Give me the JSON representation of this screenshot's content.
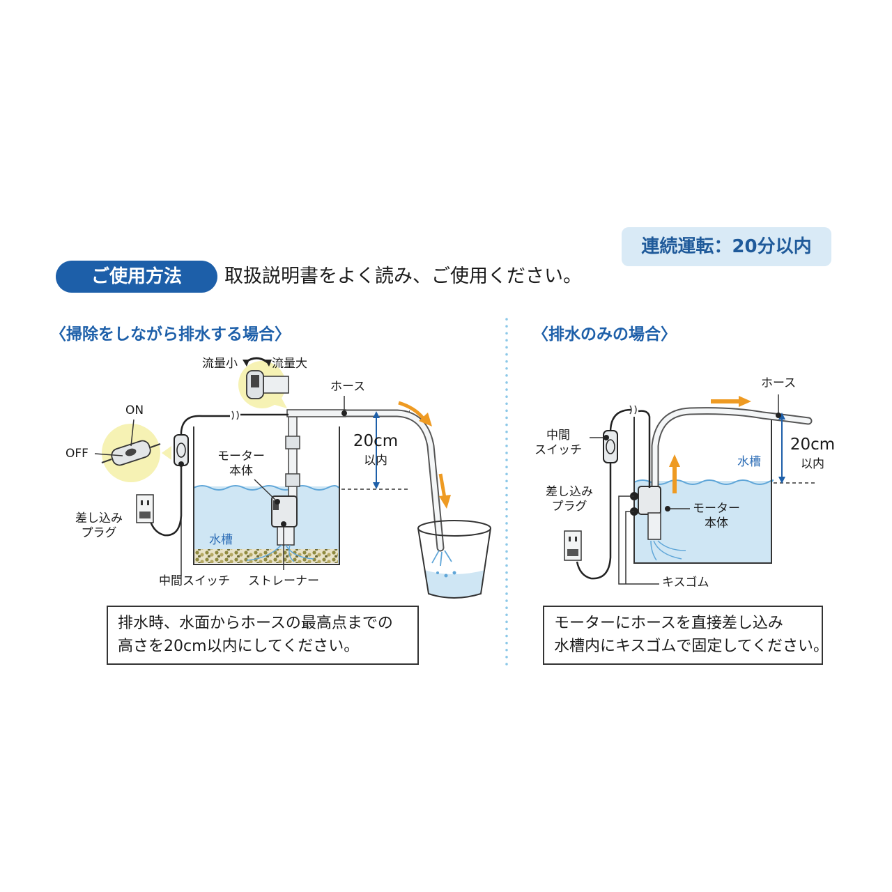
{
  "header": {
    "pill_label": "ご使用方法",
    "intro_text": "取扱説明書をよく読み、ご使用ください。",
    "badge_text": "連続運転：20分以内"
  },
  "left_section": {
    "title": "〈掃除をしながら排水する場合〉",
    "labels": {
      "flow_small": "流量小",
      "flow_large": "流量大",
      "hose": "ホース",
      "on": "ON",
      "off": "OFF",
      "motor_line1": "モーター",
      "motor_line2": "本体",
      "height_value": "20cm",
      "height_within": "以内",
      "plug_line1": "差し込み",
      "plug_line2": "プラグ",
      "tank": "水槽",
      "switch": "中間スイッチ",
      "strainer": "ストレーナー"
    },
    "note_line1": "排水時、水面からホースの最高点までの",
    "note_line2": "高さを20cm以内にしてください。"
  },
  "right_section": {
    "title": "〈排水のみの場合〉",
    "labels": {
      "hose": "ホース",
      "switch_line1": "中間",
      "switch_line2": "スイッチ",
      "tank": "水槽",
      "height_value": "20cm",
      "height_within": "以内",
      "plug_line1": "差し込み",
      "plug_line2": "プラグ",
      "motor_line1": "モーター",
      "motor_line2": "本体",
      "suction_cup": "キスゴム"
    },
    "note_line1": "モーターにホースを直接差し込み",
    "note_line2": "水槽内にキスゴムで固定してください。"
  },
  "colors": {
    "pill_blue": "#1d5fa9",
    "badge_bg": "#d9eaf6",
    "water": "#cfe6f4",
    "arrow_orange": "#ee9a22",
    "dim_arrow_blue": "#1d5fa9",
    "divider_dots": "#8cc8e8"
  }
}
